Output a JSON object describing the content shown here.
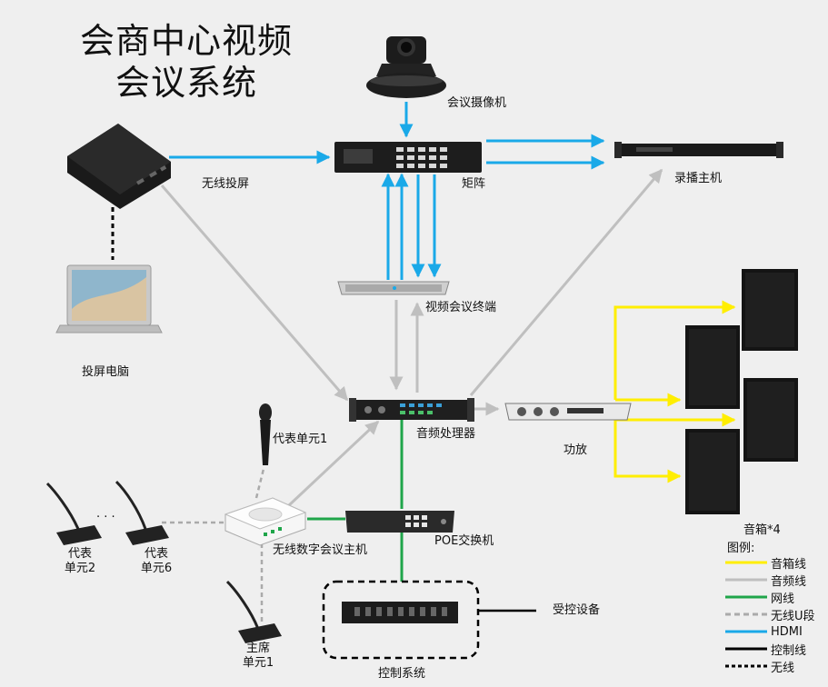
{
  "title": {
    "line1": "会商中心视频",
    "line2": "会议系统"
  },
  "labels": {
    "camera": "会议摄像机",
    "matrix": "矩阵",
    "recorder": "录播主机",
    "wireless_cast": "无线投屏",
    "cast_pc": "投屏电脑",
    "video_terminal": "视频会议终端",
    "audio_processor": "音频处理器",
    "amplifier": "功放",
    "speakers": "音箱*4",
    "delegate_unit1": "代表单元1",
    "delegate_unit2": "代表\n单元2",
    "delegate_unit6": "代表\n单元6",
    "ellipsis": "· · ·",
    "wireless_host": "无线数字会议主机",
    "poe_switch": "POE交换机",
    "chair_unit1": "主席\n单元1",
    "control_system": "控制系统",
    "controlled_devices": "受控设备"
  },
  "legend": {
    "title": "图例:",
    "items": [
      {
        "label": "音箱线",
        "color": "#ffee00",
        "style": "solid"
      },
      {
        "label": "音频线",
        "color": "#bfbfbf",
        "style": "solid"
      },
      {
        "label": "网线",
        "color": "#1fa54a",
        "style": "solid"
      },
      {
        "label": "无线U段",
        "color": "#aaaaaa",
        "style": "dashed"
      },
      {
        "label": "HDMI",
        "color": "#1aa9e8",
        "style": "solid"
      },
      {
        "label": "控制线",
        "color": "#000000",
        "style": "solid"
      },
      {
        "label": "无线",
        "color": "#000000",
        "style": "dotted"
      }
    ]
  },
  "colors": {
    "speaker_line": "#ffee00",
    "audio_line": "#bfbfbf",
    "network_line": "#1fa54a",
    "uhf_line": "#aaaaaa",
    "hdmi_line": "#1aa9e8",
    "control_line": "#000000"
  }
}
